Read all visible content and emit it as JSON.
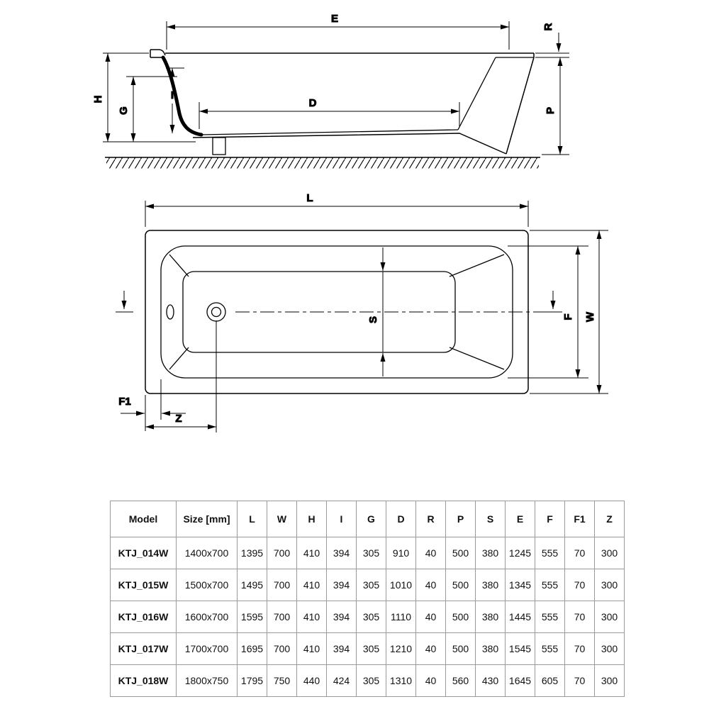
{
  "diagram": {
    "labels": {
      "E": "E",
      "R": "R",
      "H": "H",
      "G": "G",
      "I": "I",
      "D": "D",
      "P": "P",
      "L": "L",
      "S": "S",
      "F": "F",
      "W": "W",
      "F1": "F1",
      "Z": "Z"
    }
  },
  "table": {
    "headers": [
      "Model",
      "Size [mm]",
      "L",
      "W",
      "H",
      "I",
      "G",
      "D",
      "R",
      "P",
      "S",
      "E",
      "F",
      "F1",
      "Z"
    ],
    "rows": [
      [
        "KTJ_014W",
        "1400x700",
        "1395",
        "700",
        "410",
        "394",
        "305",
        "910",
        "40",
        "500",
        "380",
        "1245",
        "555",
        "70",
        "300"
      ],
      [
        "KTJ_015W",
        "1500x700",
        "1495",
        "700",
        "410",
        "394",
        "305",
        "1010",
        "40",
        "500",
        "380",
        "1345",
        "555",
        "70",
        "300"
      ],
      [
        "KTJ_016W",
        "1600x700",
        "1595",
        "700",
        "410",
        "394",
        "305",
        "1110",
        "40",
        "500",
        "380",
        "1445",
        "555",
        "70",
        "300"
      ],
      [
        "KTJ_017W",
        "1700x700",
        "1695",
        "700",
        "410",
        "394",
        "305",
        "1210",
        "40",
        "500",
        "380",
        "1545",
        "555",
        "70",
        "300"
      ],
      [
        "KTJ_018W",
        "1800x750",
        "1795",
        "750",
        "440",
        "424",
        "305",
        "1310",
        "40",
        "560",
        "430",
        "1645",
        "605",
        "70",
        "300"
      ]
    ]
  }
}
